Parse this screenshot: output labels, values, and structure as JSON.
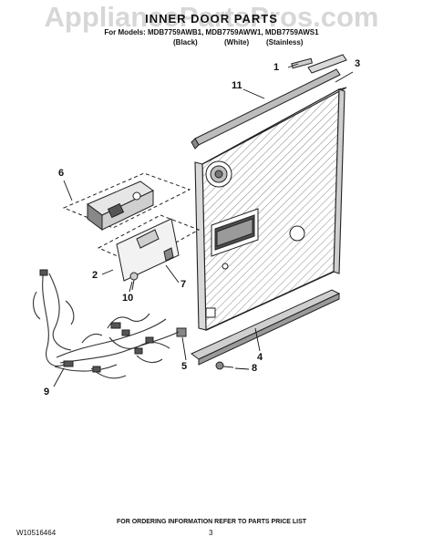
{
  "watermark": "AppliancePartsPros.com",
  "header": {
    "title": "INNER DOOR PARTS",
    "models": "For Models: MDB7759AWB1, MDB7759AWW1, MDB7759AWS1",
    "variants": [
      "(Black)",
      "(White)",
      "(Stainless)"
    ]
  },
  "callouts": [
    "1",
    "3",
    "11",
    "6",
    "2",
    "7",
    "10",
    "5",
    "4",
    "8",
    "9"
  ],
  "footer": {
    "note": "FOR ORDERING INFORMATION REFER TO PARTS PRICE LIST",
    "document_number": "W10516464",
    "page_number": "3"
  }
}
